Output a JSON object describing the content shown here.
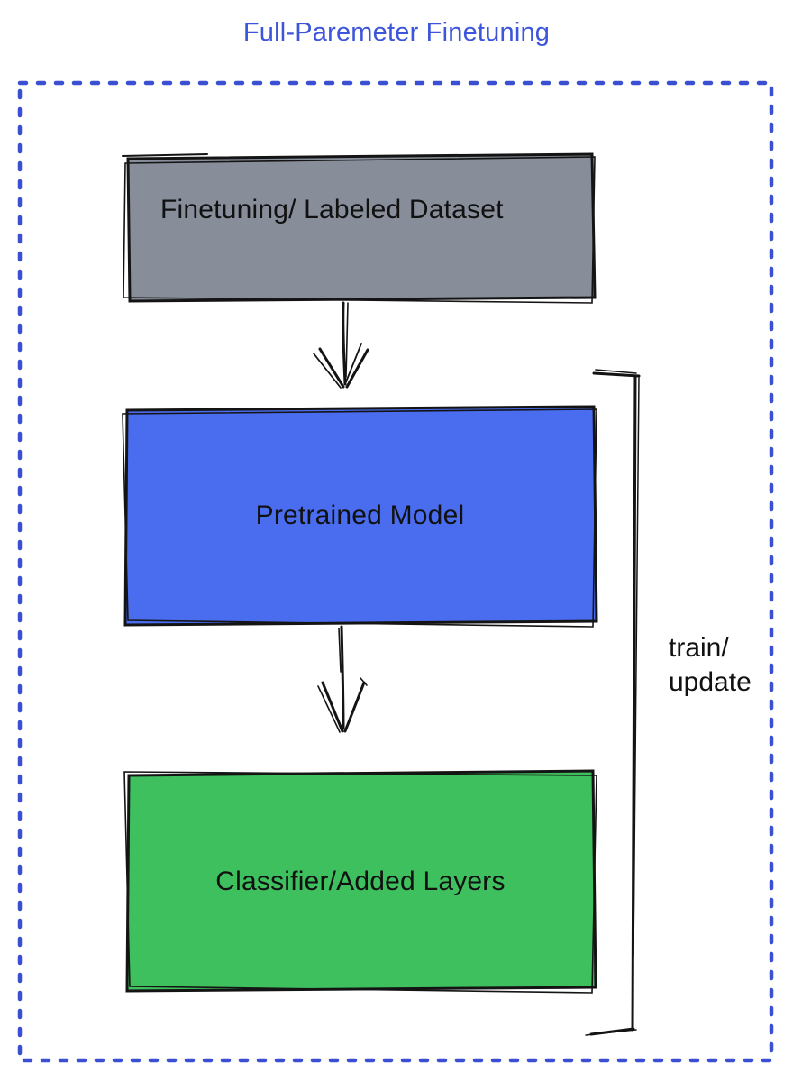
{
  "title": "Full-Paremeter Finetuning",
  "colors": {
    "title": "#3c55da",
    "frame": "#3b4fd2",
    "ink": "#141414",
    "label_text": "#111111",
    "gray_box": "#878e99",
    "blue_box": "#4a6df0",
    "green_box": "#3ec05e"
  },
  "boxes": [
    {
      "id": "dataset",
      "label": "Finetuning/ Labeled Dataset",
      "fill": "#878e99"
    },
    {
      "id": "pretrained",
      "label": "Pretrained Model",
      "fill": "#4a6df0"
    },
    {
      "id": "classifier",
      "label": "Classifier/Added Layers",
      "fill": "#3ec05e"
    }
  ],
  "connections": [
    {
      "from": "Finetuning/ Labeled Dataset",
      "to": "Pretrained Model"
    },
    {
      "from": "Pretrained Model",
      "to": "Classifier/Added Layers"
    }
  ],
  "bracket": {
    "label_lines": [
      "train/",
      "update"
    ]
  }
}
